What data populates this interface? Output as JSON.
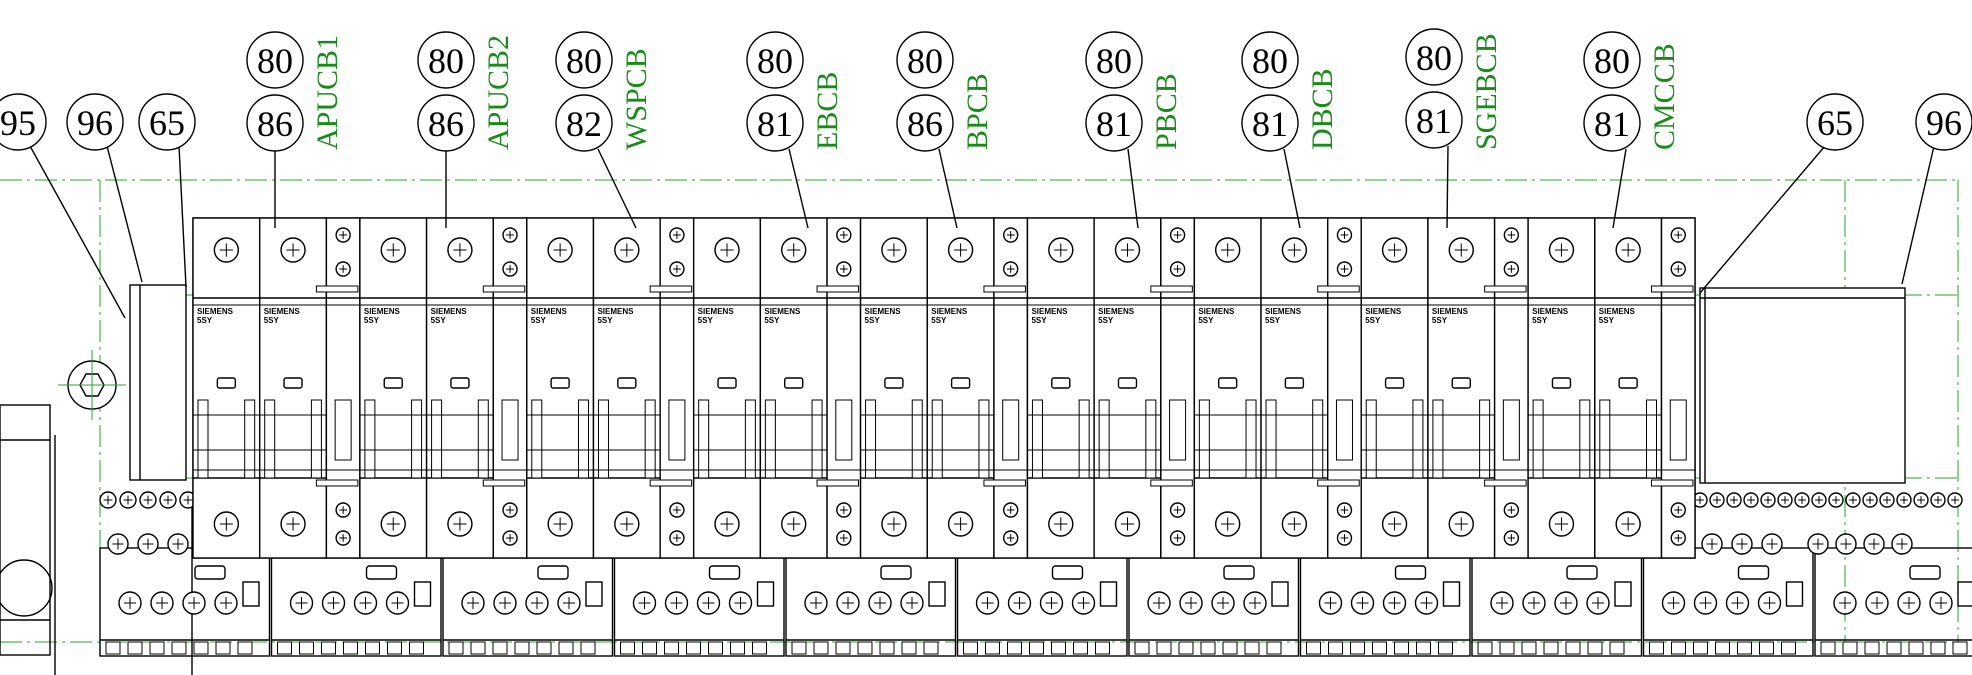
{
  "colors": {
    "line": "#000000",
    "label": "#1a8a1a",
    "centerline": "#2fa02f"
  },
  "left_balloons": [
    "95",
    "96",
    "65"
  ],
  "right_balloons": [
    "65",
    "96"
  ],
  "breakers": [
    {
      "top": "80",
      "bottom": "86",
      "tag": "APUCB1"
    },
    {
      "top": "80",
      "bottom": "86",
      "tag": "APUCB2"
    },
    {
      "top": "80",
      "bottom": "82",
      "tag": "WSPCB"
    },
    {
      "top": "80",
      "bottom": "81",
      "tag": "EBCB"
    },
    {
      "top": "80",
      "bottom": "86",
      "tag": "BPCB"
    },
    {
      "top": "80",
      "bottom": "81",
      "tag": "PBCB"
    },
    {
      "top": "80",
      "bottom": "81",
      "tag": "DBCB"
    },
    {
      "top": "80",
      "bottom": "81",
      "tag": "SGEBCB"
    },
    {
      "top": "80",
      "bottom": "81",
      "tag": "CMCCB"
    }
  ],
  "brand_label": "SIEMENS",
  "model_label": "5SY"
}
